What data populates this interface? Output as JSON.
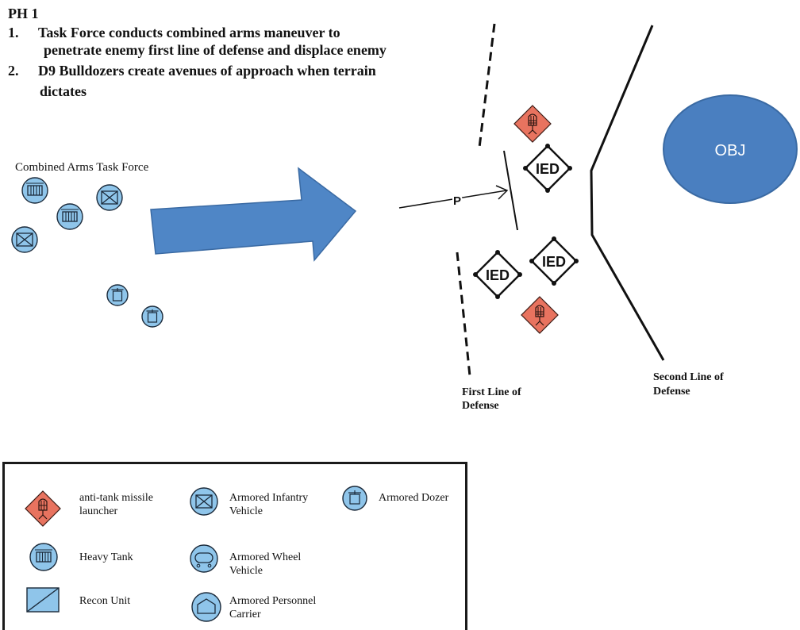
{
  "header": {
    "title": "PH 1",
    "items": [
      {
        "num": "1.",
        "line1": "Task Force conducts combined arms maneuver to",
        "line2": "penetrate enemy first line of defense and displace enemy"
      },
      {
        "num": "2.",
        "line1": "D9 Bulldozers create avenues of approach when terrain",
        "line2": "dictates"
      }
    ]
  },
  "diagram": {
    "task_force_label": "Combined Arms Task Force",
    "breach_label": "P",
    "ied_label": "IED",
    "objective_label": "OBJ",
    "first_line": [
      "First Line of",
      "Defense"
    ],
    "second_line": [
      "Second Line of",
      "Defense"
    ]
  },
  "legend": {
    "atm": [
      "anti-tank missile",
      "launcher"
    ],
    "ifv": [
      "Armored Infantry",
      "Vehicle"
    ],
    "dozer": "Armored Dozer",
    "tank": "Heavy Tank",
    "wheel": [
      "Armored Wheel",
      "Vehicle"
    ],
    "recon": "Recon Unit",
    "apc": [
      "Armored Personnel",
      "Carrier"
    ]
  },
  "colors": {
    "friendly": "#8fc5ea",
    "enemy": "#e8735f",
    "arrow": "#4f86c6",
    "objective": "#4a7fc0"
  }
}
